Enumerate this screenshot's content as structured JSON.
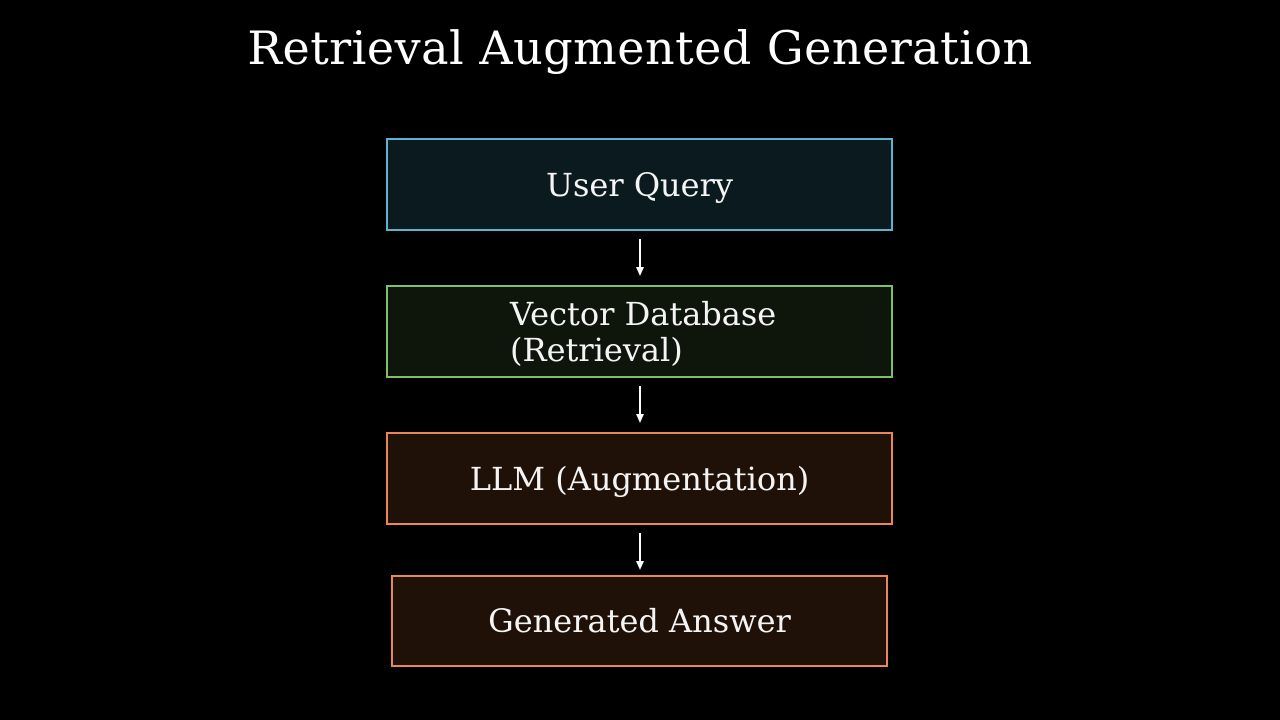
{
  "title": "Retrieval Augmented Generation",
  "colors": {
    "background": "#000000",
    "query_border": "#5fb3cf",
    "query_fill": "#0b1a1f",
    "vector_border": "#7fbf6a",
    "vector_fill": "#0e160c",
    "llm_border": "#e8875a",
    "llm_fill": "#1f1008",
    "answer_border": "#e8875a",
    "answer_fill": "#1f1008"
  },
  "diagram": {
    "nodes": [
      {
        "id": "query",
        "label": "User Query"
      },
      {
        "id": "vector",
        "label_line1": "Vector Database",
        "label_line2": "(Retrieval)"
      },
      {
        "id": "llm",
        "label": "LLM (Augmentation)"
      },
      {
        "id": "answer",
        "label": "Generated Answer"
      }
    ],
    "edges": [
      {
        "from": "query",
        "to": "vector"
      },
      {
        "from": "vector",
        "to": "llm"
      },
      {
        "from": "llm",
        "to": "answer"
      }
    ]
  }
}
